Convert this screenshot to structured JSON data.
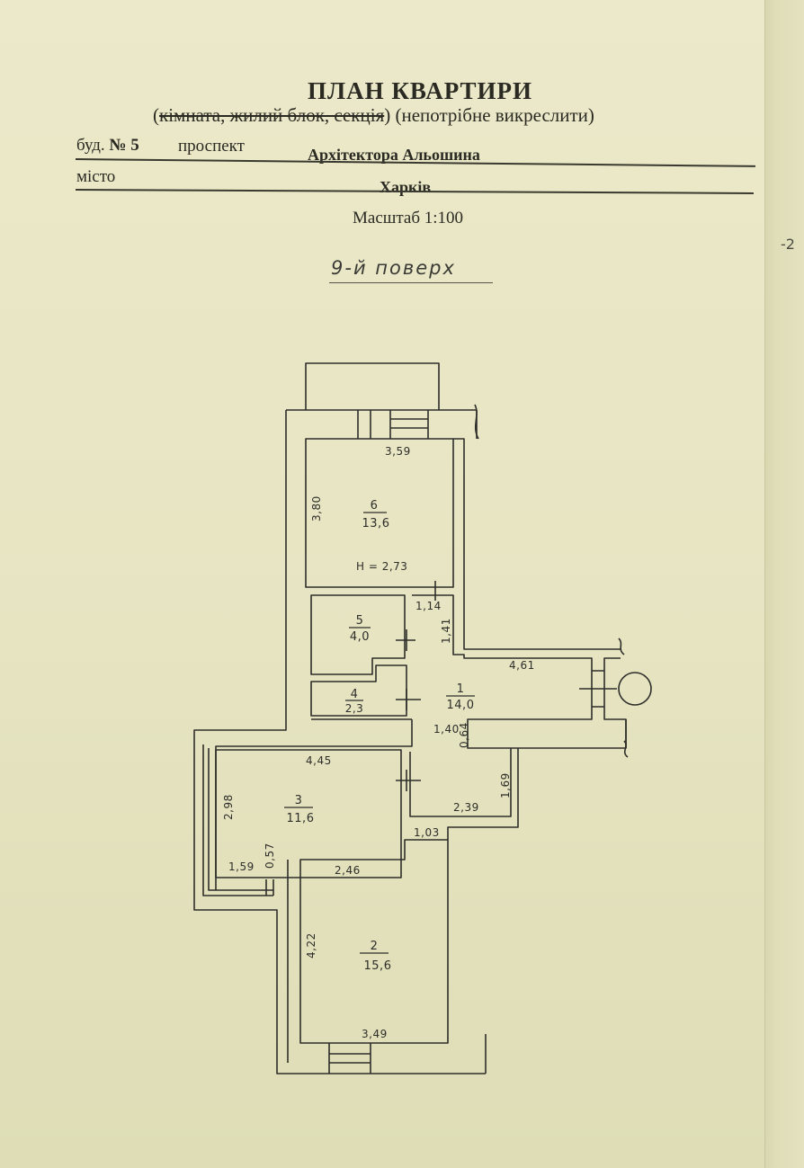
{
  "header": {
    "title": "ПЛАН КВАРТИРИ",
    "subtitle_struck": "кімната, жилий блок, секція",
    "subtitle_note": "(непотрібне викреслити)",
    "building_label": "буд.",
    "building_number": "№ 5",
    "street_type": "проспект",
    "street_name": "Архітектора Альошина",
    "city_label": "місто",
    "city_name": "Харків",
    "scale": "Масштаб 1:100"
  },
  "handwritten": {
    "floor": "9-й поверх",
    "margin_mark": "-2"
  },
  "plan": {
    "rooms": [
      {
        "number": "6",
        "area": "13,6",
        "note": "Н = 2,73"
      },
      {
        "number": "5",
        "area": "4,0"
      },
      {
        "number": "4",
        "area": "2,3"
      },
      {
        "number": "1",
        "area": "14,0"
      },
      {
        "number": "3",
        "area": "11,6"
      },
      {
        "number": "2",
        "area": "15,6"
      }
    ],
    "dimensions": {
      "d359": "3,59",
      "d380": "3,80",
      "d114": "1,14",
      "d141": "1,41",
      "d461": "4,61",
      "d140": "1,40",
      "d064": "0,64",
      "d445": "4,45",
      "d298": "2,98",
      "d169": "1,69",
      "d239": "2,39",
      "d103": "1,03",
      "d159": "1,59",
      "d057": "0,57",
      "d246": "2,46",
      "d422": "4,22",
      "d349": "3,49"
    }
  }
}
